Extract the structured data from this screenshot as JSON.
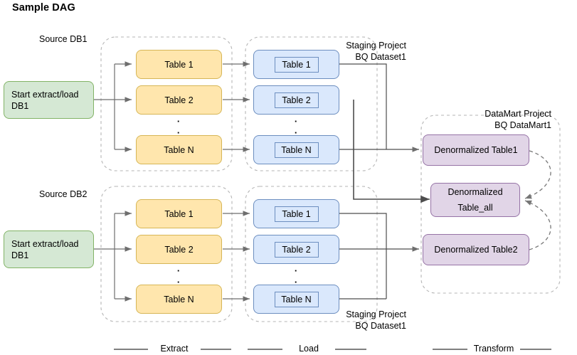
{
  "title": "Sample DAG",
  "groups": {
    "source_db1_label": "Source DB1",
    "source_db2_label": "Source DB2",
    "staging_top_label": "Staging Project\nBQ Dataset1",
    "staging_bottom_label": "Staging Project\nBQ Dataset1",
    "datamart_label": "DataMart Project\nBQ DataMart1"
  },
  "start_nodes": [
    {
      "id": "start-db1-top",
      "label": "Start extract/load DB1"
    },
    {
      "id": "start-db1-bottom",
      "label": "Start extract/load DB1"
    }
  ],
  "extract": {
    "top": [
      {
        "label": "Table 1"
      },
      {
        "label": "Table 2"
      },
      {
        "label": "Table N"
      }
    ],
    "bottom": [
      {
        "label": "Table 1"
      },
      {
        "label": "Table 2"
      },
      {
        "label": "Table N"
      }
    ]
  },
  "load": {
    "top": [
      {
        "label": "Table 1"
      },
      {
        "label": "Table 2"
      },
      {
        "label": "Table N"
      }
    ],
    "bottom": [
      {
        "label": "Table 1"
      },
      {
        "label": "Table 2"
      },
      {
        "label": "Table N"
      }
    ]
  },
  "transform": {
    "nodes": [
      {
        "id": "denorm-table1",
        "label": "Denormalized Table1"
      },
      {
        "id": "denorm-table-all",
        "line1": "Denormalized",
        "line2": "Table_all"
      },
      {
        "id": "denorm-table2",
        "label": "Denormalized Table2"
      }
    ]
  },
  "phases": [
    {
      "label": "Extract"
    },
    {
      "label": "Load"
    },
    {
      "label": "Transform"
    }
  ],
  "colors": {
    "green_fill": "#d5e8d4",
    "green_stroke": "#82b366",
    "yellow_fill": "#ffe6ad",
    "yellow_stroke": "#d6b656",
    "blue_fill": "#dae8fc",
    "blue_stroke": "#6c8ebf",
    "purple_fill": "#e1d5e7",
    "purple_stroke": "#9673a6",
    "arrow_gray": "#6e6e6e",
    "arrow_dark": "#4d4d4d",
    "dashed_group": "#b5b5b5"
  }
}
